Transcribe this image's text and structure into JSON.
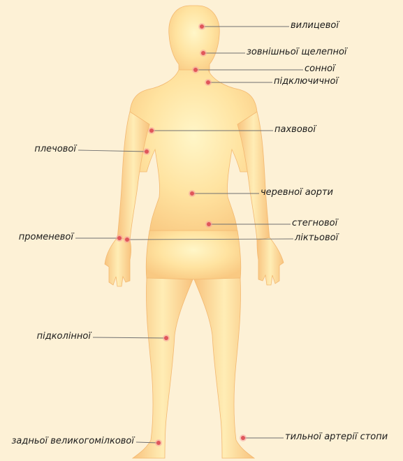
{
  "colors": {
    "background": "#fdf1d6",
    "body_light": "#fff6c8",
    "body_mid": "#ffd78a",
    "body_edge": "#f7c27a",
    "marker": "#e0565a",
    "leader_line": "#707070"
  },
  "pulse_points": [
    {
      "id": "vylytsevoi",
      "label": "вилицевої"
    },
    {
      "id": "zovnishnoi-shchelepnoi",
      "label": "зовнішньої щелепної"
    },
    {
      "id": "sonnoi",
      "label": "сонної"
    },
    {
      "id": "pidkliuchychnoi",
      "label": "підключичної"
    },
    {
      "id": "pakhvovoi",
      "label": "пахвової"
    },
    {
      "id": "plechovoi",
      "label": "плечової"
    },
    {
      "id": "cherevnoi-aorty",
      "label": "черевної аорти"
    },
    {
      "id": "stehnovoi",
      "label": "стегнової"
    },
    {
      "id": "promenevoi",
      "label": "променевої"
    },
    {
      "id": "liktovoi",
      "label": "ліктьової"
    },
    {
      "id": "pidkolinnoi",
      "label": "підколінної"
    },
    {
      "id": "zadnoi-velykohomilkovoi",
      "label": "задньої великогомілкової"
    },
    {
      "id": "tylnoi-arterii-stopy",
      "label": "тильної артерії стопи"
    }
  ]
}
